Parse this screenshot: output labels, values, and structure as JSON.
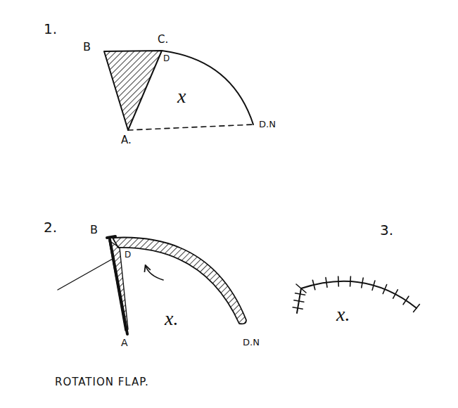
{
  "diagram": {
    "caption": "ROTATION FLAP.",
    "labels": [
      "1.",
      "B",
      "C.",
      "D",
      "x",
      "A.",
      "D.N",
      "2.",
      "B",
      "D",
      "x.",
      "A",
      "D.N",
      "3.",
      "x."
    ]
  }
}
